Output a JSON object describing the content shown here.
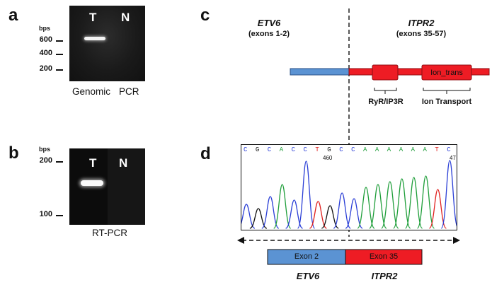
{
  "panels": {
    "a": {
      "letter": "a",
      "unit": "bps",
      "ladder": [
        "600",
        "400",
        "200"
      ],
      "lanes": [
        "T",
        "N"
      ],
      "caption_left": "Genomic",
      "caption_right": "PCR"
    },
    "b": {
      "letter": "b",
      "unit": "bps",
      "ladder": [
        "200",
        "100"
      ],
      "lanes": [
        "T",
        "N"
      ],
      "caption": "RT-PCR"
    },
    "c": {
      "letter": "c",
      "gene_left": "ETV6",
      "exons_left": "(exons 1-2)",
      "gene_right": "ITPR2",
      "exons_right": "(exons 35-57)",
      "domain_box_label": "Ion_trans",
      "domain_1": "RyR/IP3R",
      "domain_2": "Ion Transport"
    },
    "d": {
      "letter": "d",
      "bases": [
        "C",
        "G",
        "C",
        "A",
        "C",
        "C",
        "T",
        "G",
        "C",
        "C",
        "A",
        "A",
        "A",
        "A",
        "A",
        "A",
        "T",
        "C"
      ],
      "position_1": "460",
      "position_2": "47",
      "exon_left": "Exon 2",
      "exon_right": "Exon 35",
      "gene_left": "ETV6",
      "gene_right": "ITPR2"
    }
  },
  "colors": {
    "gel": "#151515",
    "etv6_blue": "#5b93d3",
    "itpr2_red": "#ee1c24",
    "trace_A": "#1f9e3a",
    "trace_C": "#2b3fd6",
    "trace_G": "#111111",
    "trace_T": "#e0201e"
  }
}
